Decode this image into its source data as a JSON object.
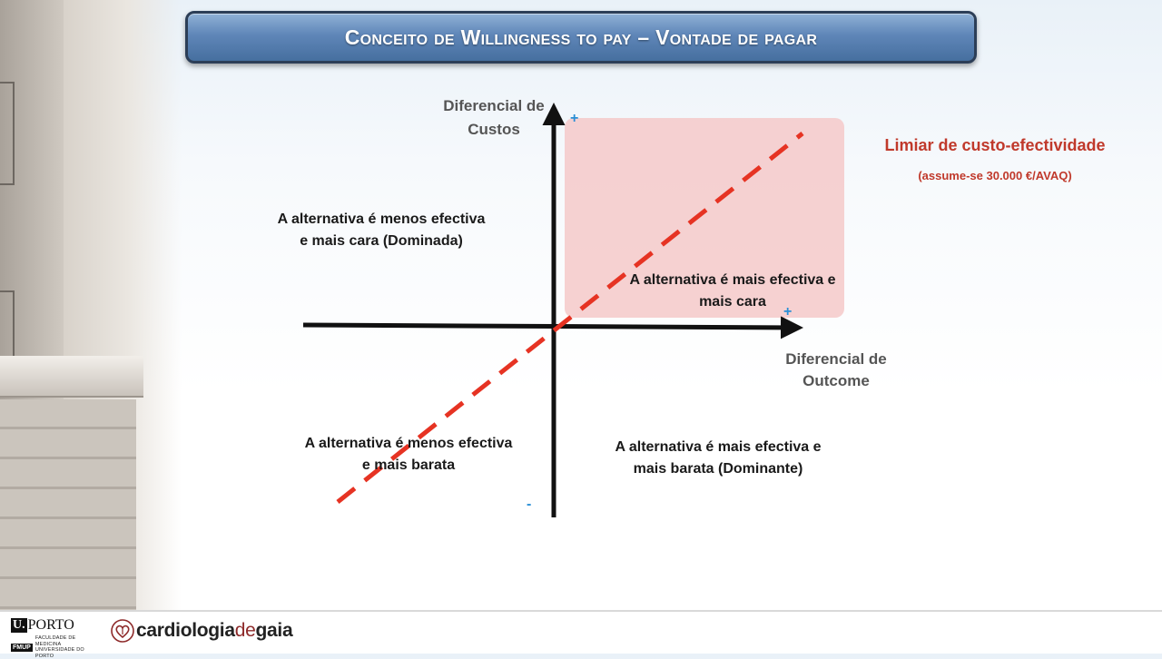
{
  "slide": {
    "title": "Conceito de Willingness to pay – Vontade de pagar"
  },
  "diagram": {
    "y_axis_label_line1": "Diferencial de",
    "y_axis_label_line2": "Custos",
    "x_axis_label_line1": "Diferencial de",
    "x_axis_label_line2": "Outcome",
    "quadrant_top_left_line1": "A alternativa é menos efectiva",
    "quadrant_top_left_line2": "e mais cara (Dominada)",
    "quadrant_top_right_line1": "A alternativa é mais efectiva e",
    "quadrant_top_right_line2": "mais cara",
    "quadrant_bottom_left_line1": "A alternativa é menos efectiva",
    "quadrant_bottom_left_line2": "e mais barata",
    "quadrant_bottom_right_line1": "A alternativa é mais efectiva e",
    "quadrant_bottom_right_line2": "mais barata (Dominante)",
    "sign_plus_y": "+",
    "sign_plus_x": "+",
    "sign_minus": "-",
    "threshold_title": "Limiar de custo-efectividade",
    "threshold_subtitle": "(assume-se 30.000 €/AVAQ)",
    "colors": {
      "threshold_line": "#e63323",
      "highlight_region": "#f4c9c9",
      "axis": "#111111",
      "sign": "#2a8fd6"
    }
  },
  "footer": {
    "porto_u": "U.",
    "porto_name": "PORTO",
    "fmup_badge": "FMUP",
    "faculty_line1": "FACULDADE DE MEDICINA",
    "faculty_line2": "UNIVERSIDADE DO PORTO",
    "brand_part1": "cardiologia",
    "brand_part2": "de",
    "brand_part3": "gaia",
    "brand_icon": "heart-icon"
  }
}
